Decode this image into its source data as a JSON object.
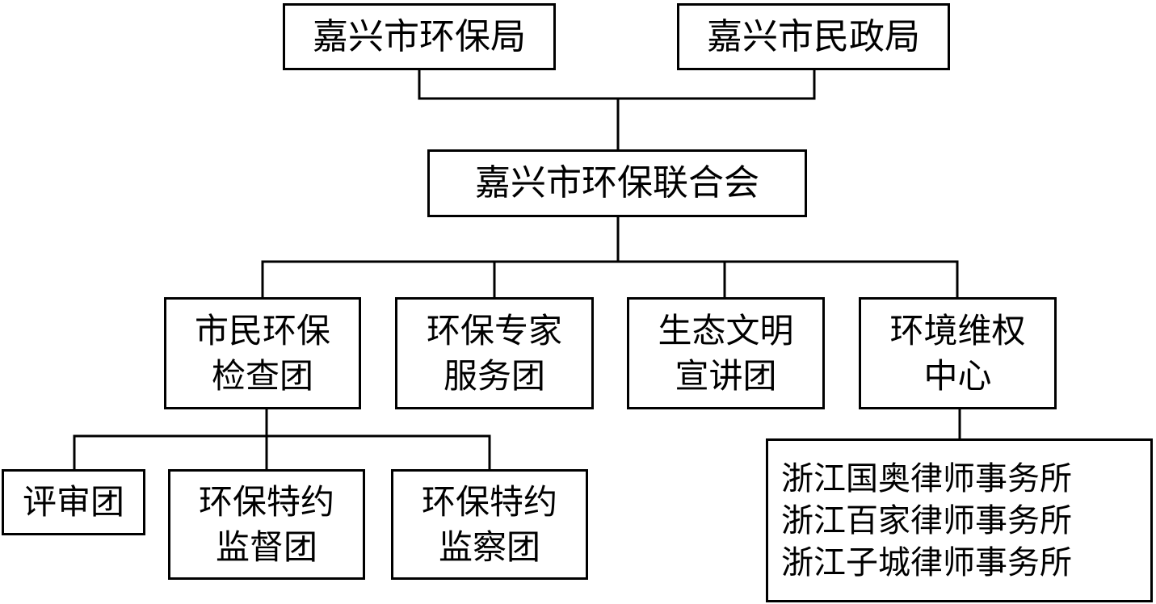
{
  "org_chart": {
    "top": {
      "environment_bureau": "嘉兴市环保局",
      "civil_affairs_bureau": "嘉兴市民政局"
    },
    "federation": "嘉兴市环保联合会",
    "units": {
      "citizen_inspection": {
        "line1": "市民环保",
        "line2": "检查团"
      },
      "expert_service": {
        "line1": "环保专家",
        "line2": "服务团"
      },
      "eco_lecture": {
        "line1": "生态文明",
        "line2": "宣讲团"
      },
      "rights_center": {
        "line1": "环境维权",
        "line2": "中心"
      }
    },
    "inspection_subunits": {
      "review_group": "评审团",
      "supervision_group": {
        "line1": "环保特约",
        "line2": "监督团"
      },
      "inspection_group": {
        "line1": "环保特约",
        "line2": "监察团"
      }
    },
    "law_firms": [
      "浙江国奥律师事务所",
      "浙江百家律师事务所",
      "浙江子城律师事务所"
    ]
  },
  "colors": {
    "line": "#000000",
    "box_border": "#000000",
    "background": "#ffffff"
  }
}
